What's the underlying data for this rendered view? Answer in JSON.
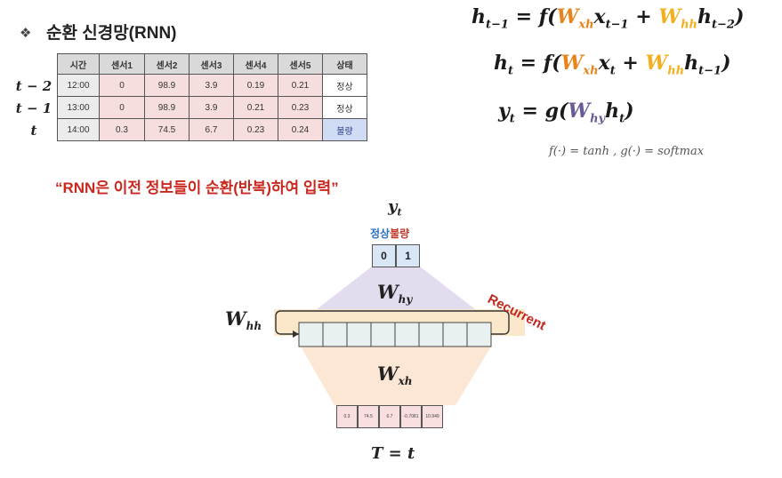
{
  "header": {
    "bullet": "❖",
    "title": "순환 신경망(RNN)"
  },
  "table": {
    "columns": [
      "시간",
      "센서1",
      "센서2",
      "센서3",
      "센서4",
      "센서5",
      "상태"
    ],
    "rows": [
      {
        "label": "t − 2",
        "cells": [
          "12:00",
          "0",
          "98.9",
          "3.9",
          "0.19",
          "0.21",
          "정상"
        ]
      },
      {
        "label": "t − 1",
        "cells": [
          "13:00",
          "0",
          "98.9",
          "3.9",
          "0.21",
          "0.23",
          "정상"
        ]
      },
      {
        "label": "t",
        "cells": [
          "14:00",
          "0.3",
          "74.5",
          "6.7",
          "0.23",
          "0.24",
          "불량"
        ]
      }
    ]
  },
  "equations": {
    "eq1": {
      "lhs": "h",
      "lhs_sub": "t−1",
      "f": "f(",
      "w1": "W",
      "w1_sub": "xh",
      "x": "x",
      "x_sub": "t−1",
      "plus": " + ",
      "w2": "W",
      "w2_sub": "hh",
      "h": "h",
      "h_sub": "t−2",
      "close": ")"
    },
    "eq2": {
      "lhs": "h",
      "lhs_sub": "t",
      "f": "f(",
      "w1": "W",
      "w1_sub": "xh",
      "x": "x",
      "x_sub": "t",
      "plus": " + ",
      "w2": "W",
      "w2_sub": "hh",
      "h": "h",
      "h_sub": "t−1",
      "close": ")"
    },
    "eq3": {
      "lhs": "y",
      "lhs_sub": "t",
      "g": "g(",
      "w": "W",
      "w_sub": "hy",
      "h": "h",
      "h_sub": "t",
      "close": ")"
    },
    "note": "f(·) = tanh , g(·) = softmax"
  },
  "quote": "“RNN은 이전 정보들이 순환(반복)하여 입력”",
  "diagram": {
    "output_var": "y",
    "output_sub": "t",
    "legend_normal": "정상",
    "legend_bad": "불량",
    "output_cells": [
      "0",
      "1"
    ],
    "why": "W",
    "why_sub": "hy",
    "whh": "W",
    "whh_sub": "hh",
    "wxh": "W",
    "wxh_sub": "xh",
    "recurrent_label": "Recurrent",
    "input_cells": [
      "0.3",
      "74.5",
      "6.7",
      "-0.7081",
      "10.949"
    ],
    "time_label": "T = t",
    "hidden_units": 8
  },
  "colors": {
    "title_red": "#c8281e",
    "orange": "#e8841d",
    "yellow": "#f2b01e",
    "purple": "#6b5b95",
    "hidden_band": "#fbe7c9",
    "output_fan": "#e2dcee",
    "input_fan": "#fce6d4"
  }
}
